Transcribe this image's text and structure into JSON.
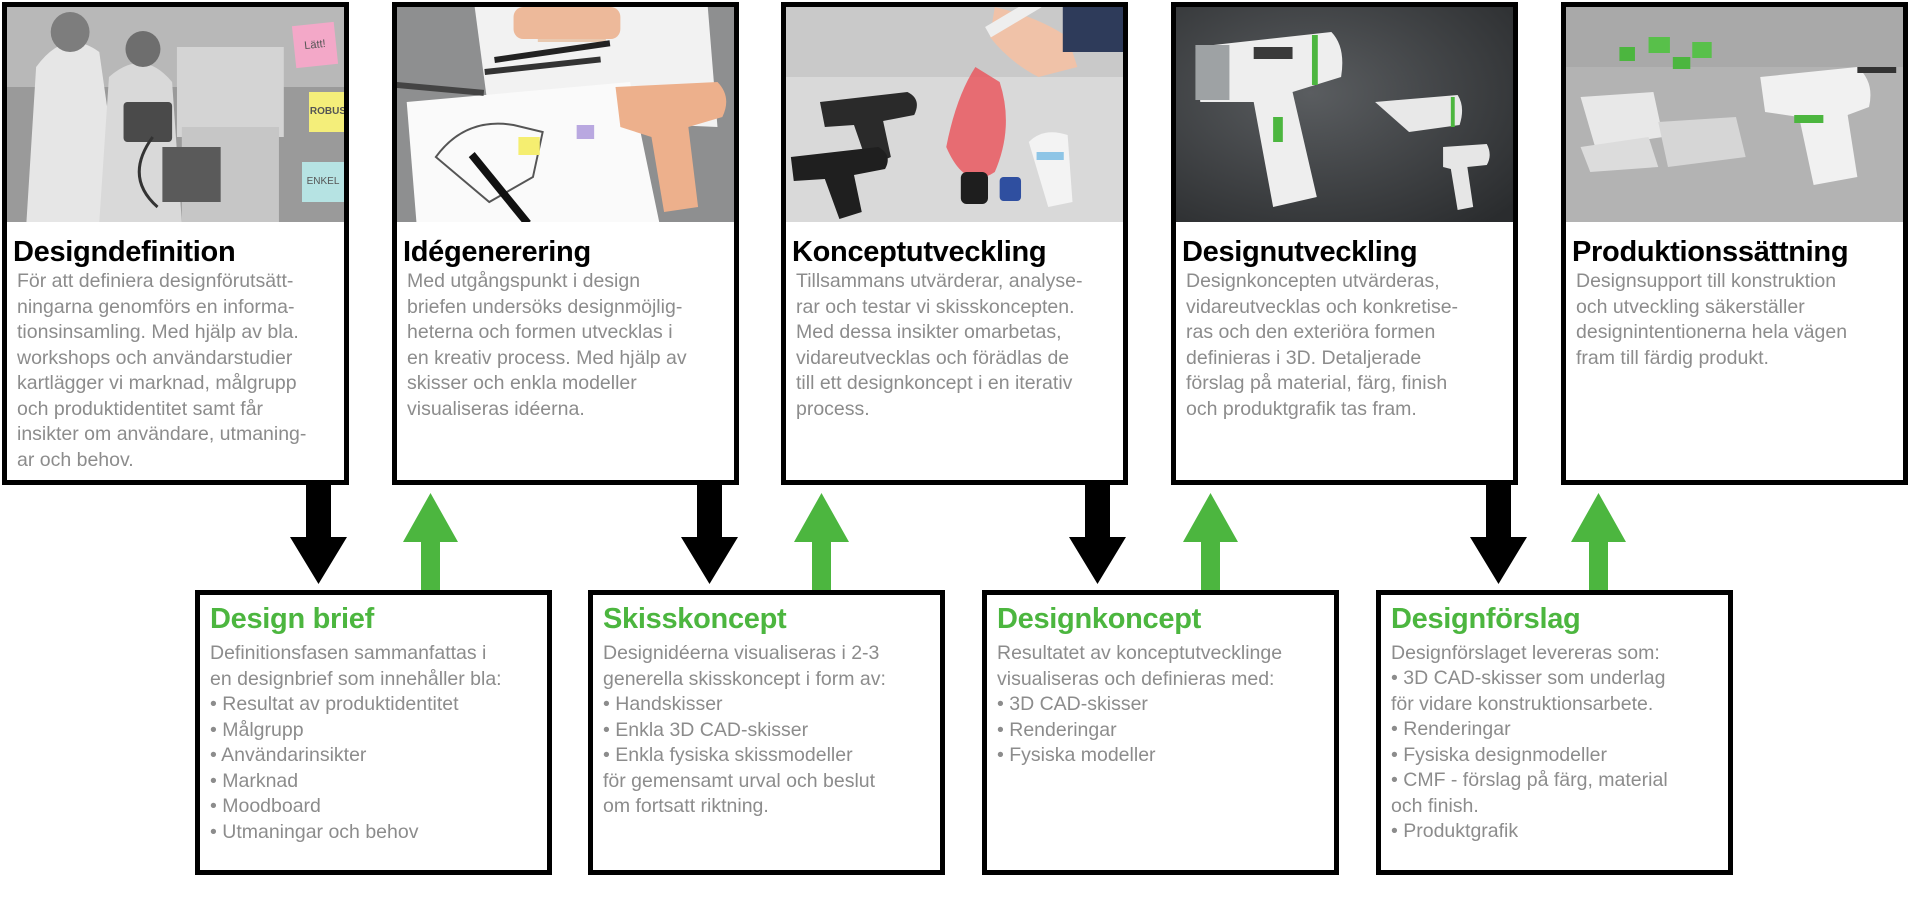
{
  "colors": {
    "accent_green": "#4cb63f",
    "border": "#000000",
    "body_text": "#8c8c8c"
  },
  "phases": [
    {
      "title": "Designdefinition",
      "text": "För att definiera designförutsätt-\nningarna genomförs en informa-\ntionsinsamling. Med hjälp av bla.\nworkshops och användarstudier\n kartlägger vi marknad, målgrupp\noch produktidentitet samt får\ninsikter om användare, utmaning-\nar och behov.",
      "notes": [
        "Lätt!",
        "ROBUST",
        "ENKEL"
      ]
    },
    {
      "title": "Idégenerering",
      "text": "Med utgångspunkt i design\nbriefen  undersöks designmöjlig-\nheterna och formen utvecklas i\nen kreativ process. Med hjälp av\nskisser och enkla modeller\nvisualiseras idéerna."
    },
    {
      "title": "Konceptutveckling",
      "text": "Tillsammans utvärderar, analyse-\nrar och testar vi skisskoncepten.\nMed dessa insikter omarbetas,\nvidareutvecklas och förädlas de\ntill ett designkoncept i en iterativ\nprocess."
    },
    {
      "title": "Designutveckling",
      "text": "Designkoncepten utvärderas,\nvidareutvecklas och konkretise-\nras och den exteriöra formen\ndefinieras i 3D. Detaljerade\nförslag på material, färg, finish\noch produktgrafik tas fram."
    },
    {
      "title": "Produktionssättning",
      "text": "Designsupport till konstruktion\noch utveckling säkerställer\ndesignintentionerna hela vägen\nfram till färdig produkt."
    }
  ],
  "deliverables": [
    {
      "title": "Design brief",
      "intro": "Definitionsfasen sammanfattas i\nen designbrief som innehåller bla:",
      "items": [
        "• Resultat av produktidentitet",
        "• Målgrupp",
        "• Användarinsikter",
        "• Marknad",
        "• Moodboard",
        "• Utmaningar och behov"
      ]
    },
    {
      "title": "Skisskoncept",
      "intro": "Designidéerna visualiseras i 2-3\ngenerella skisskoncept i form av:",
      "items": [
        "• Handskisser",
        "• Enkla 3D CAD-skisser",
        "• Enkla fysiska skissmodeller\nför gemensamt urval och beslut\nom fortsatt riktning."
      ]
    },
    {
      "title": "Designkoncept",
      "intro": "Resultatet av konceptutvecklinge\nvisualiseras och definieras med:",
      "items": [
        "• 3D CAD-skisser",
        "• Renderingar",
        "• Fysiska modeller"
      ]
    },
    {
      "title": "Designförslag",
      "intro": "Designförslaget levereras som:",
      "items": [
        "• 3D CAD-skisser som underlag\nför vidare konstruktionsarbete.",
        "• Renderingar",
        "• Fysiska designmodeller",
        "• CMF - förslag på färg, material\noch finish.",
        "• Produktgrafik"
      ]
    }
  ]
}
